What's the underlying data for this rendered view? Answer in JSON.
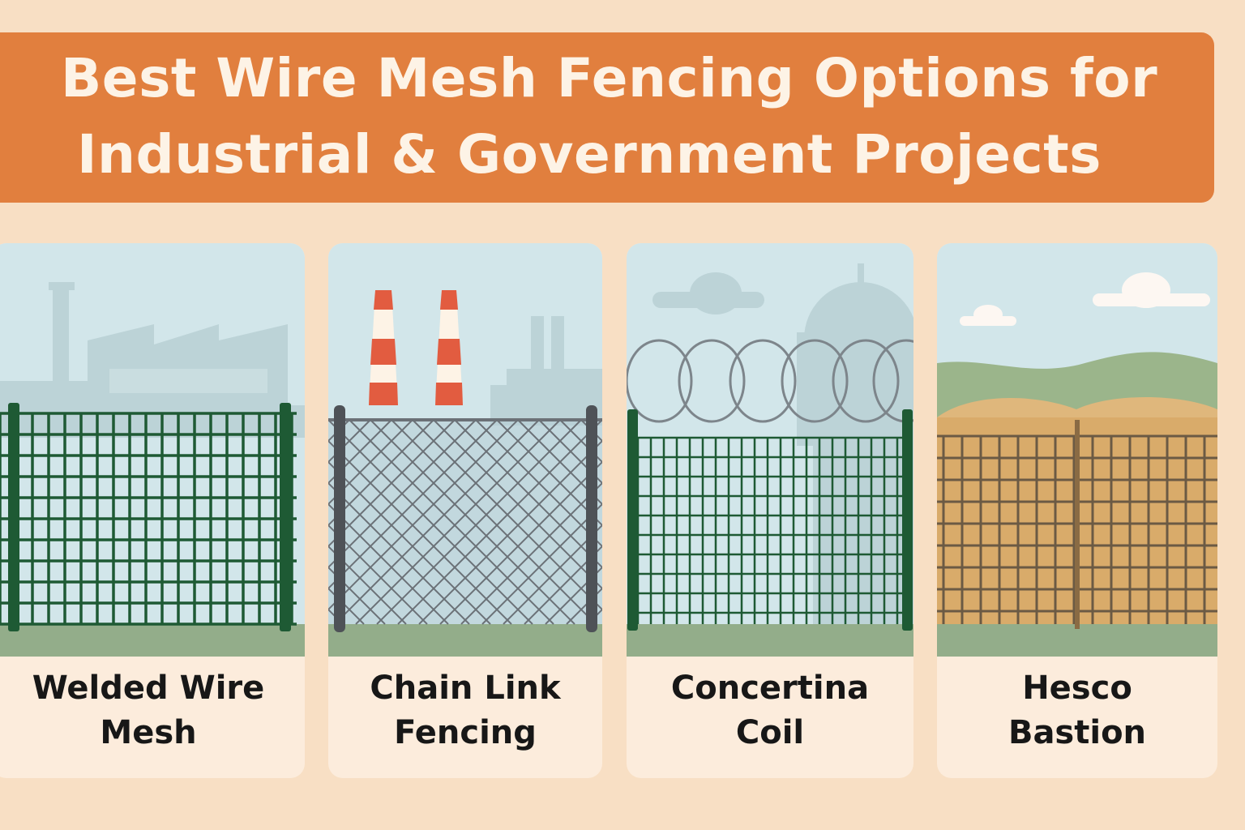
{
  "title": {
    "line1": "Best Wire Mesh Fencing Options for",
    "line2": "Industrial & Government Projects"
  },
  "cards": [
    {
      "line1": "Welded Wire",
      "line2": "Mesh",
      "fence_color": "#1e5a34"
    },
    {
      "line1": "Chain Link",
      "line2": "Fencing",
      "fence_color": "#6b7177"
    },
    {
      "line1": "Concertina",
      "line2": "Coil",
      "fence_color": "#1e5a34"
    },
    {
      "line1": "Hesco",
      "line2": "Bastion",
      "fence_color": "#6b5a44"
    }
  ],
  "colors": {
    "background": "#f8dfc4",
    "banner": "#e17f3e",
    "banner_text": "#fdf3e6",
    "sky": "#d2e6ea",
    "ground": "#93ad8a",
    "label_text": "#171717"
  }
}
